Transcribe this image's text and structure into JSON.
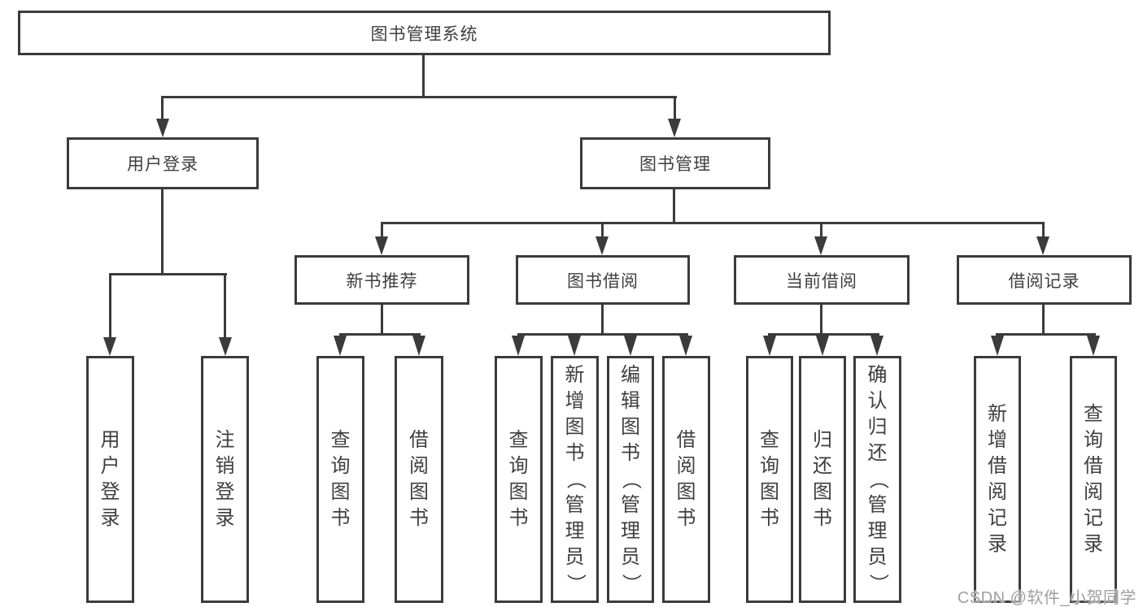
{
  "diagram": {
    "root": "图书管理系统",
    "level1": {
      "user_login": "用户登录",
      "book_management": "图书管理"
    },
    "level2": {
      "new_book_recommend": "新书推荐",
      "book_borrowing": "图书借阅",
      "current_borrowing": "当前借阅",
      "borrowing_records": "借阅记录"
    },
    "leaves": {
      "user_login": "用户登录",
      "logout_login": "注销登录",
      "recommend_query_books": "查询图书",
      "recommend_borrow_books": "借阅图书",
      "borrowing_query_books": "查询图书",
      "borrowing_add_books_admin": "新增图书（管理员）",
      "borrowing_edit_books_admin": "编辑图书（管理员）",
      "borrowing_borrow_books": "借阅图书",
      "current_query_books": "查询图书",
      "current_return_books": "归还图书",
      "current_confirm_return_admin": "确认归还（管理员）",
      "records_add_record": "新增借阅记录",
      "records_query_record": "查询借阅记录"
    }
  },
  "watermark": "CSDN @软件_小贺同学",
  "colors": {
    "line": "#3b3b3b",
    "text": "#3f3f3f",
    "watermark": "#9f9f9f",
    "background": "#ffffff"
  }
}
